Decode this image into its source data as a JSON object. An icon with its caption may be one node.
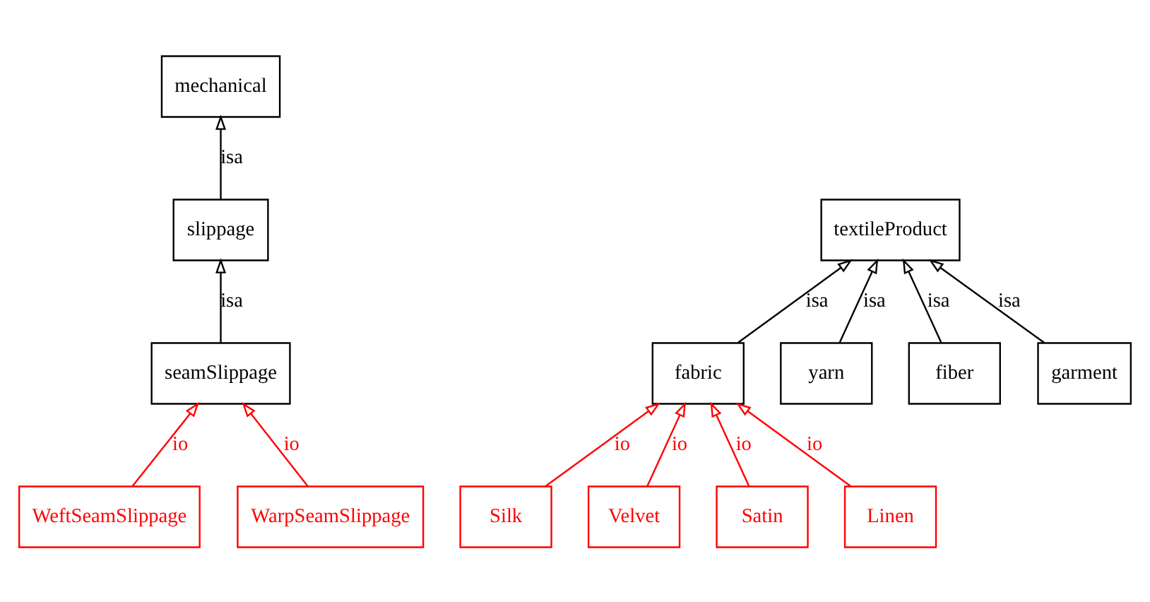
{
  "diagram": {
    "nodes": [
      {
        "text": [
          "mechanical"
        ]
      },
      {
        "text": [
          "slippage"
        ]
      },
      {
        "text": [
          "seamSlippage"
        ]
      },
      {
        "text": [
          "WeftSeamSlippage"
        ]
      },
      {
        "text": [
          "WarpSeamSlippage"
        ]
      },
      {
        "text": [
          "textileProduct"
        ]
      },
      {
        "text": [
          "fabric"
        ]
      },
      {
        "text": [
          "yarn"
        ]
      },
      {
        "text": [
          "fiber"
        ]
      },
      {
        "text": [
          "garment"
        ]
      },
      {
        "text": [
          "Silk"
        ]
      },
      {
        "text": [
          "Velvet"
        ]
      },
      {
        "text": [
          "Satin"
        ]
      },
      {
        "text": [
          "Linen"
        ]
      }
    ],
    "edges": [
      {
        "from": 1,
        "to": 0,
        "arrow": "to",
        "label": "isa"
      },
      {
        "from": 2,
        "to": 1,
        "arrow": "to",
        "label": "isa"
      },
      {
        "from": 3,
        "to": 2,
        "arrow": "to",
        "label": "io",
        "color": "#ff0000"
      },
      {
        "from": 4,
        "to": 2,
        "arrow": "to",
        "label": "io",
        "color": "#ff0000"
      },
      {
        "from": 6,
        "to": 5,
        "arrow": "to",
        "label": "isa"
      },
      {
        "from": 7,
        "to": 5,
        "arrow": "to",
        "label": "isa"
      },
      {
        "from": 8,
        "to": 5,
        "arrow": "to",
        "label": "isa"
      },
      {
        "from": 9,
        "to": 5,
        "arrow": "to",
        "label": "isa"
      },
      {
        "from": 10,
        "to": 6,
        "arrow": "to",
        "label": "io",
        "color": "#ff0000"
      },
      {
        "from": 11,
        "to": 6,
        "arrow": "to",
        "label": "io",
        "color": "#ff0000"
      },
      {
        "from": 12,
        "to": 6,
        "arrow": "to",
        "label": "io",
        "color": "#ff0000"
      },
      {
        "from": 13,
        "to": 6,
        "arrow": "to",
        "label": "io",
        "color": "#ff0000"
      }
    ]
  }
}
